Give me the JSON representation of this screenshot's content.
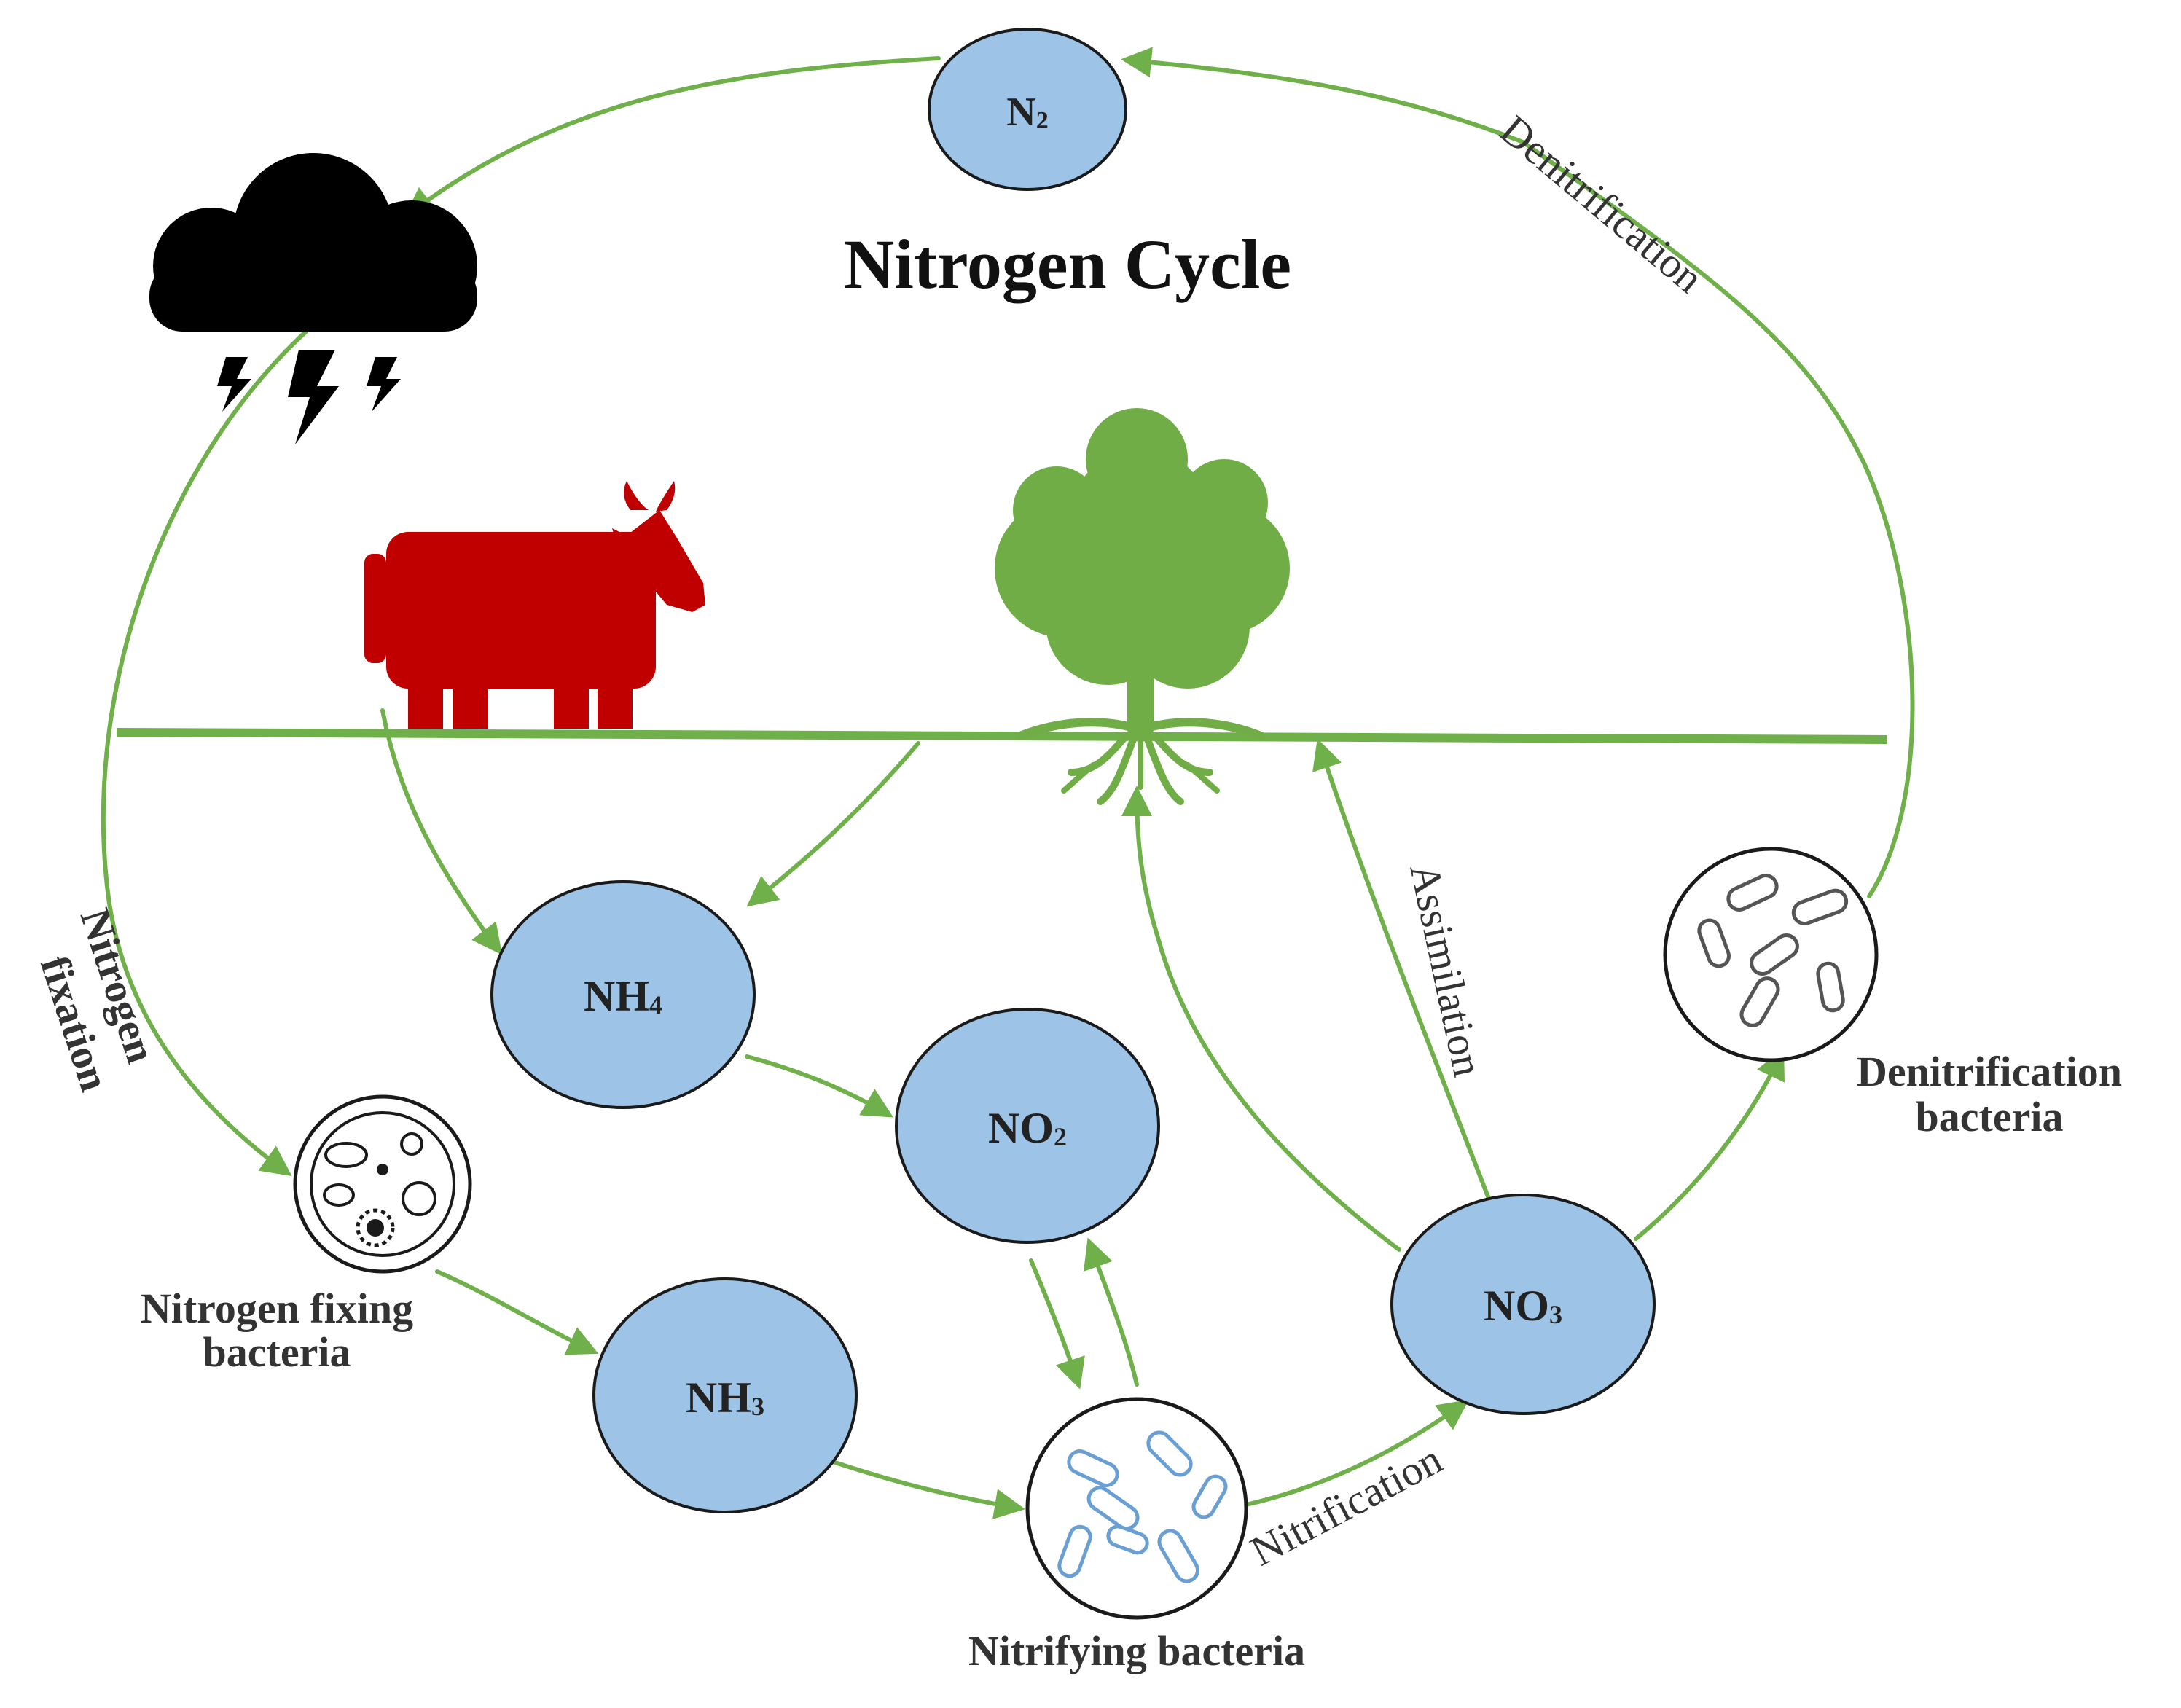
{
  "title": "Nitrogen Cycle",
  "nodes": {
    "n2": {
      "label": "N",
      "sub": "2"
    },
    "nh4": {
      "label": "NH",
      "sub": "4"
    },
    "no2": {
      "label": "NO",
      "sub": "2"
    },
    "nh3": {
      "label": "NH",
      "sub": "3"
    },
    "no3": {
      "label": "NO",
      "sub": "3"
    }
  },
  "processes": {
    "denitrification": "Denitrification",
    "nitrogen_fixation_line1": "Nitrogen",
    "nitrogen_fixation_line2": "fixation",
    "assimilation": "Assimilation",
    "nitrification": "Nitrification"
  },
  "bacteria": {
    "nitrogen_fixing_line1": "Nitrogen fixing",
    "nitrogen_fixing_line2": "bacteria",
    "nitrifying": "Nitrifying bacteria",
    "denitrification_line1": "Denitrification",
    "denitrification_line2": "bacteria"
  },
  "colors": {
    "arrow": "#6fb04a",
    "node_fill": "#9dc3e6",
    "node_stroke": "#1a1a1a",
    "cow": "#c00000",
    "tree": "#70ad47",
    "cloud": "#000000",
    "bacteria_blue": "#6a9fd4"
  },
  "icons": {
    "cloud": "storm-cloud-icon",
    "cow": "cow-icon",
    "tree": "tree-icon",
    "nitrogen_fixing": "bacteria-dish-icon",
    "nitrifying": "bacteria-dish-icon",
    "denitrifying": "bacteria-dish-icon"
  }
}
